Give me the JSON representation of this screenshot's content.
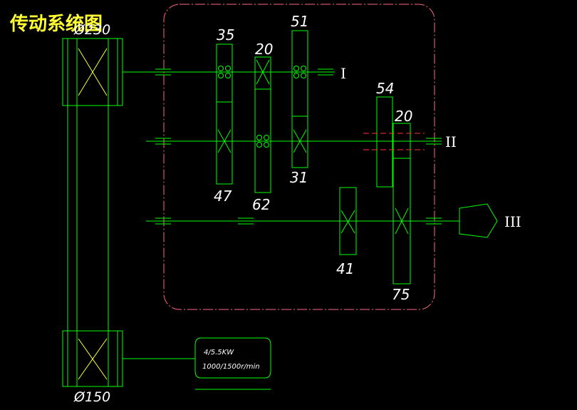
{
  "title": "传动系统图",
  "pulleys": {
    "top_diameter": "Ø230",
    "bottom_diameter": "Ø150"
  },
  "motor": {
    "power": "4/5.5KW",
    "speed": "1000/1500r/min"
  },
  "shafts": {
    "shaft_1": "I",
    "shaft_2": "II",
    "shaft_3": "III"
  },
  "gears": {
    "g35": "35",
    "g20a": "20",
    "g51": "51",
    "g47": "47",
    "g62": "62",
    "g31": "31",
    "g54": "54",
    "g20b": "20",
    "g41": "41",
    "g75": "75"
  },
  "colors": {
    "background": "#000000",
    "lines": "#00ff00",
    "housing": "#ff6680",
    "labels": "#ffffff",
    "title": "#ffff33",
    "clutch": "#ff3333"
  }
}
